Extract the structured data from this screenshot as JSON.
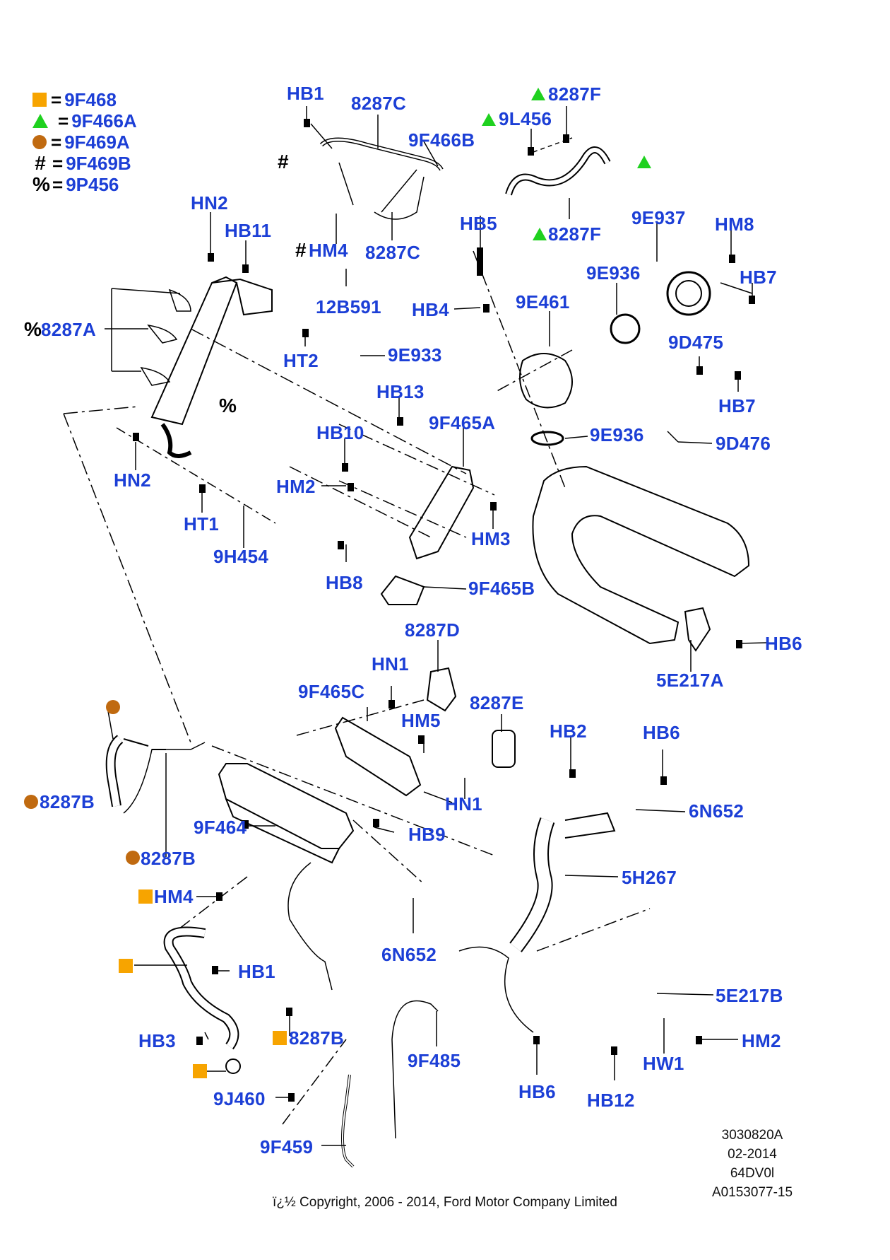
{
  "legend": [
    {
      "symbol": "square",
      "color": "#f7a400",
      "code": "9F468"
    },
    {
      "symbol": "triangle",
      "color": "#1fd11f",
      "code": "9F466A"
    },
    {
      "symbol": "circle",
      "color": "#c06a10",
      "code": "9F469A"
    },
    {
      "symbol": "#",
      "code": "9F469B"
    },
    {
      "symbol": "%",
      "code": "9P456"
    }
  ],
  "legend_equals": "=",
  "labels": {
    "hb1_top": "HB1",
    "c8287c_top": "8287C",
    "f9f466b": "9F466B",
    "f8287f_top": "8287F",
    "l9l456": "9L456",
    "hn2_top": "HN2",
    "hb11": "HB11",
    "hm4_top": "HM4",
    "c8287c_mid": "8287C",
    "hb5": "HB5",
    "f8287f_bot": "8287F",
    "e9e937": "9E937",
    "hm8": "HM8",
    "e9e936_top": "9E936",
    "hb7_top": "HB7",
    "b12b591": "12B591",
    "hb4": "HB4",
    "e9e461": "9E461",
    "a8287a": "8287A",
    "ht2": "HT2",
    "e9e933": "9E933",
    "d9d475": "9D475",
    "hb13": "HB13",
    "hb7_mid": "HB7",
    "f9f465a": "9F465A",
    "hb10": "HB10",
    "e9e936_bot": "9E936",
    "d9d476": "9D476",
    "hn2_mid": "HN2",
    "hm2_mid": "HM2",
    "ht1": "HT1",
    "hm3": "HM3",
    "h9h454": "9H454",
    "hb8": "HB8",
    "f9f465b": "9F465B",
    "d8287d": "8287D",
    "hb6_right": "HB6",
    "hn1_top": "HN1",
    "e5e217a": "5E217A",
    "f9f465c": "9F465C",
    "e8287e": "8287E",
    "hm5": "HM5",
    "hb2": "HB2",
    "hb6_mid": "HB6",
    "b8287b_left": "8287B",
    "n6n652_right": "6N652",
    "hn1_bot": "HN1",
    "f9f464": "9F464",
    "hb9": "HB9",
    "b8287b_low": "8287B",
    "h5h267": "5H267",
    "hm4_bot": "HM4",
    "n6n652_bot": "6N652",
    "hb1_bot": "HB1",
    "e5e217b": "5E217B",
    "hb3": "HB3",
    "b8287b_bot": "8287B",
    "hm2_bot": "HM2",
    "f9f485": "9F485",
    "hw1": "HW1",
    "j9j460": "9J460",
    "hb6_bot": "HB6",
    "hb12": "HB12",
    "f9f459": "9F459"
  },
  "prefix_hash": "#",
  "prefix_percent": "%",
  "meta": {
    "line1": "3030820A",
    "line2": "02-2014",
    "line3": "64DV0l",
    "line4": "A0153077-15"
  },
  "copyright": "ï¿½ Copyright, 2006 - 2014, Ford Motor Company Limited",
  "colors": {
    "label": "#1c3fd6",
    "square": "#f7a400",
    "triangle": "#1fd11f",
    "circle": "#c06a10",
    "line": "#000000"
  }
}
